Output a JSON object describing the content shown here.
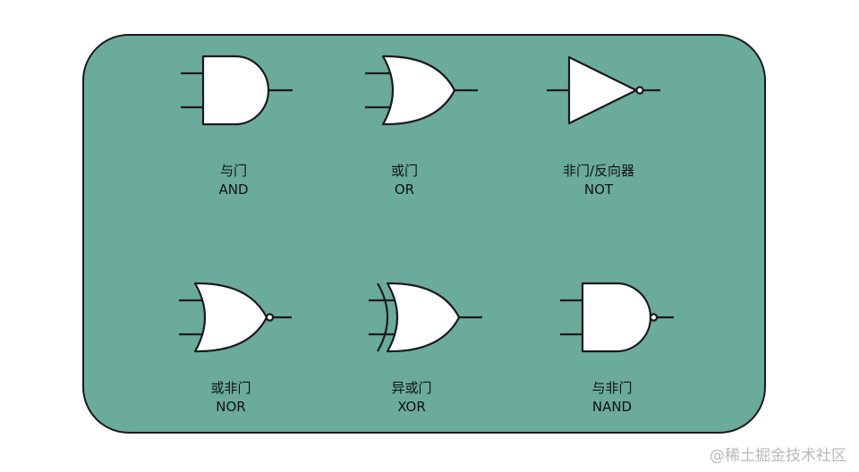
{
  "gates": [
    {
      "name_cn": "与门",
      "name_en": "AND"
    },
    {
      "name_cn": "或门",
      "name_en": "OR"
    },
    {
      "name_cn": "非门/反向器",
      "name_en": "NOT"
    },
    {
      "name_cn": "或非门",
      "name_en": "NOR"
    },
    {
      "name_cn": "异或门",
      "name_en": "XOR"
    },
    {
      "name_cn": "与非门",
      "name_en": "NAND"
    }
  ],
  "watermark": "@稀土掘金技术社区",
  "colors": {
    "board": "#6aab9c",
    "stroke": "#1a1a1a",
    "gate_fill": "#ffffff"
  }
}
